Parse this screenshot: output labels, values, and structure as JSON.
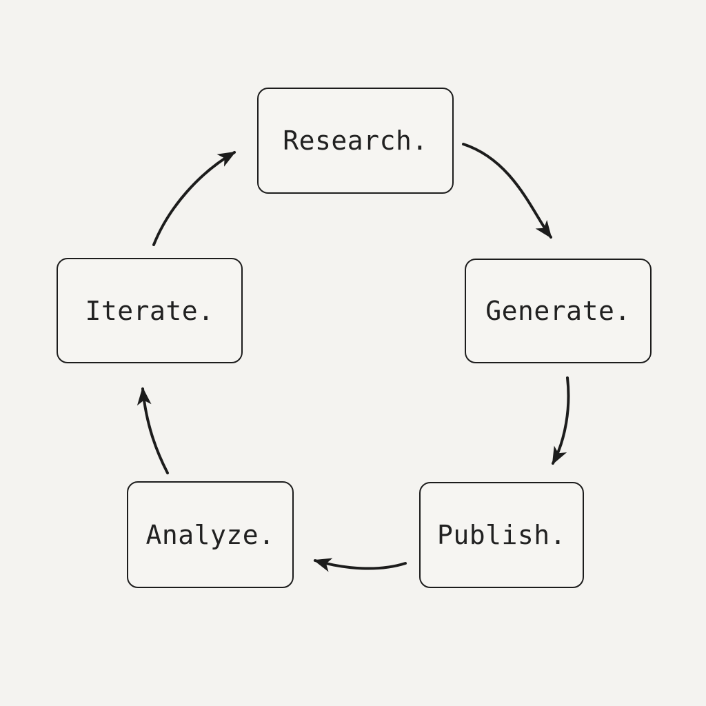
{
  "diagram": {
    "type": "cycle",
    "nodes": [
      {
        "id": "research",
        "label": "Research."
      },
      {
        "id": "generate",
        "label": "Generate."
      },
      {
        "id": "publish",
        "label": "Publish."
      },
      {
        "id": "analyze",
        "label": "Analyze."
      },
      {
        "id": "iterate",
        "label": "Iterate."
      }
    ],
    "edges": [
      {
        "from": "research",
        "to": "generate"
      },
      {
        "from": "generate",
        "to": "publish"
      },
      {
        "from": "publish",
        "to": "analyze"
      },
      {
        "from": "analyze",
        "to": "iterate"
      },
      {
        "from": "iterate",
        "to": "research"
      }
    ],
    "colors": {
      "background": "#f4f3f0",
      "node_fill": "#f6f5f2",
      "stroke": "#1c1c1c",
      "text": "#212121"
    }
  }
}
